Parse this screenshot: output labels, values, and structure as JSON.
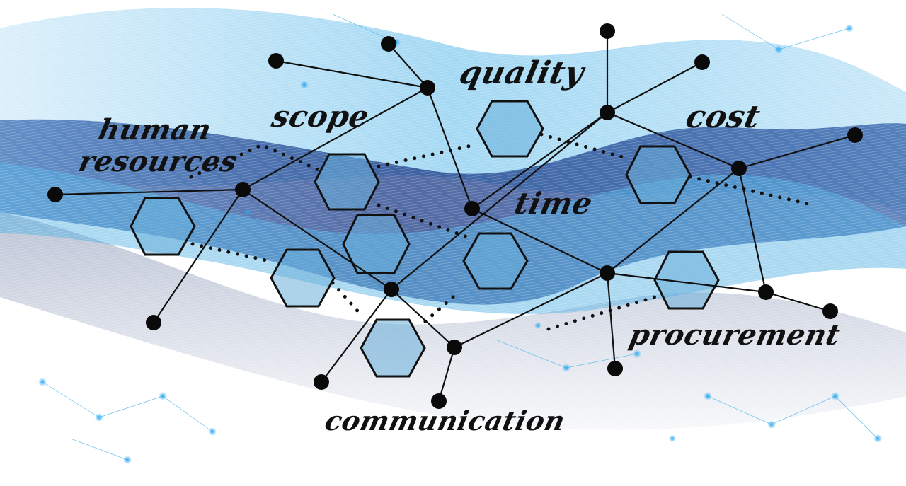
{
  "title": "Project management knowledge areas network",
  "labels": {
    "human": "human",
    "resources": "resources",
    "scope": "scope",
    "quality": "quality",
    "cost": "cost",
    "time": "time",
    "procurement": "procurement",
    "communication": "communication"
  },
  "colors": {
    "node": "#0a0a0a",
    "hexagon_fill": "#5aa2d4",
    "wave_dark": "#1f3f8a",
    "wave_light": "#4fb3e8",
    "network_dots": "#2aa8ee"
  }
}
